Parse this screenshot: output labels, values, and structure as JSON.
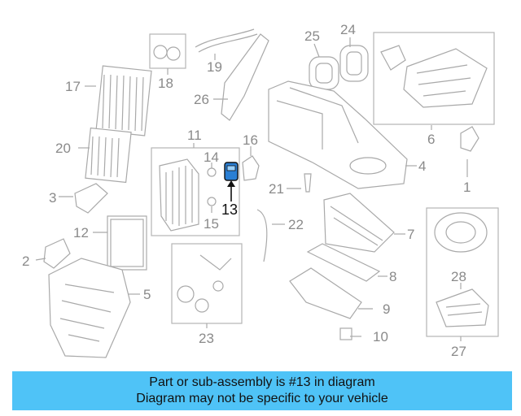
{
  "diagram": {
    "callouts": [
      "1",
      "2",
      "3",
      "4",
      "5",
      "6",
      "7",
      "8",
      "9",
      "10",
      "11",
      "12",
      "13",
      "14",
      "15",
      "16",
      "17",
      "18",
      "19",
      "20",
      "21",
      "22",
      "23",
      "24",
      "25",
      "26",
      "27",
      "28"
    ],
    "highlighted": "13"
  },
  "colors": {
    "banner_bg": "#4fc3f7",
    "highlight_part": "#2a7fd4",
    "line_grey": "#a9a9a9",
    "text_grey": "#8a8a8a"
  },
  "banner": {
    "line1": "Part or sub-assembly is #13 in diagram",
    "line2": "Diagram may not be specific to your vehicle"
  }
}
